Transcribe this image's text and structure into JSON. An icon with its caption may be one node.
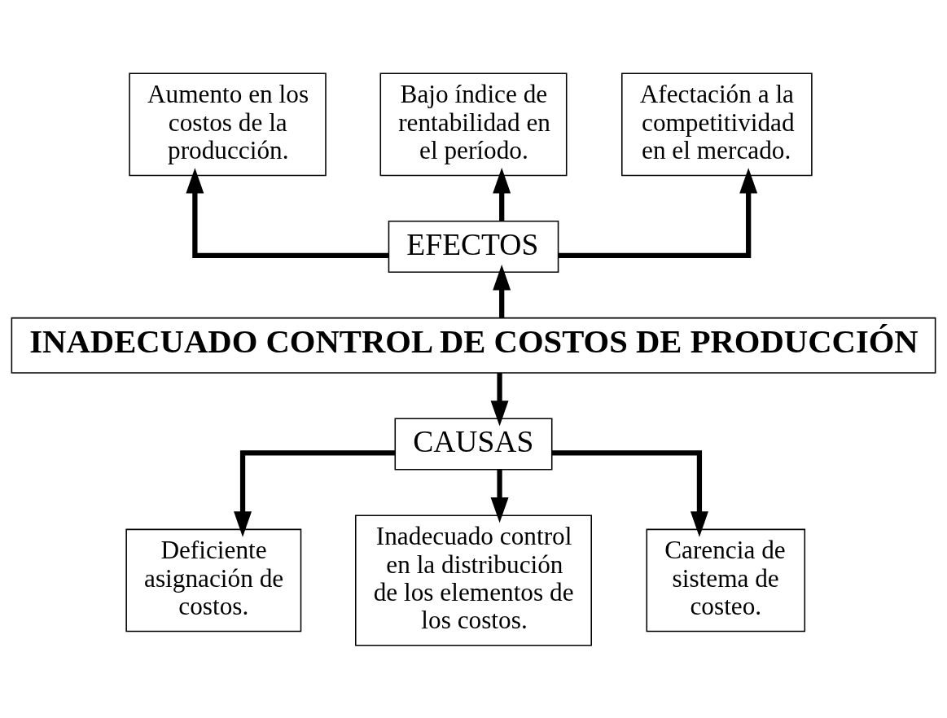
{
  "diagram": {
    "nodes": [
      {
        "text": [
          "Aumento en los costos de la producción."
        ]
      },
      {
        "text": [
          "Bajo índice de rentabilidad en el período."
        ]
      },
      {
        "text": [
          "Afectación a la competitividad en el mercado."
        ]
      },
      {
        "text": [
          "EFECTOS"
        ]
      },
      {
        "text": [
          "INADECUADO CONTROL DE COSTOS DE PRODUCCIÓN"
        ]
      },
      {
        "text": [
          "CAUSAS"
        ]
      },
      {
        "text": [
          "Deficiente asignación de costos."
        ]
      },
      {
        "text": [
          "Inadecuado control en la distribución de los elementos de los costos."
        ]
      },
      {
        "text": [
          "Carencia de sistema de costeo."
        ]
      }
    ],
    "edges": [
      {
        "from": 3,
        "to": 0,
        "arrow": "to"
      },
      {
        "from": 3,
        "to": 1,
        "arrow": "to"
      },
      {
        "from": 3,
        "to": 2,
        "arrow": "to"
      },
      {
        "from": 4,
        "to": 3,
        "arrow": "to"
      },
      {
        "from": 4,
        "to": 5,
        "arrow": "to"
      },
      {
        "from": 5,
        "to": 6,
        "arrow": "to"
      },
      {
        "from": 5,
        "to": 7,
        "arrow": "to"
      },
      {
        "from": 5,
        "to": 8,
        "arrow": "to"
      }
    ]
  }
}
